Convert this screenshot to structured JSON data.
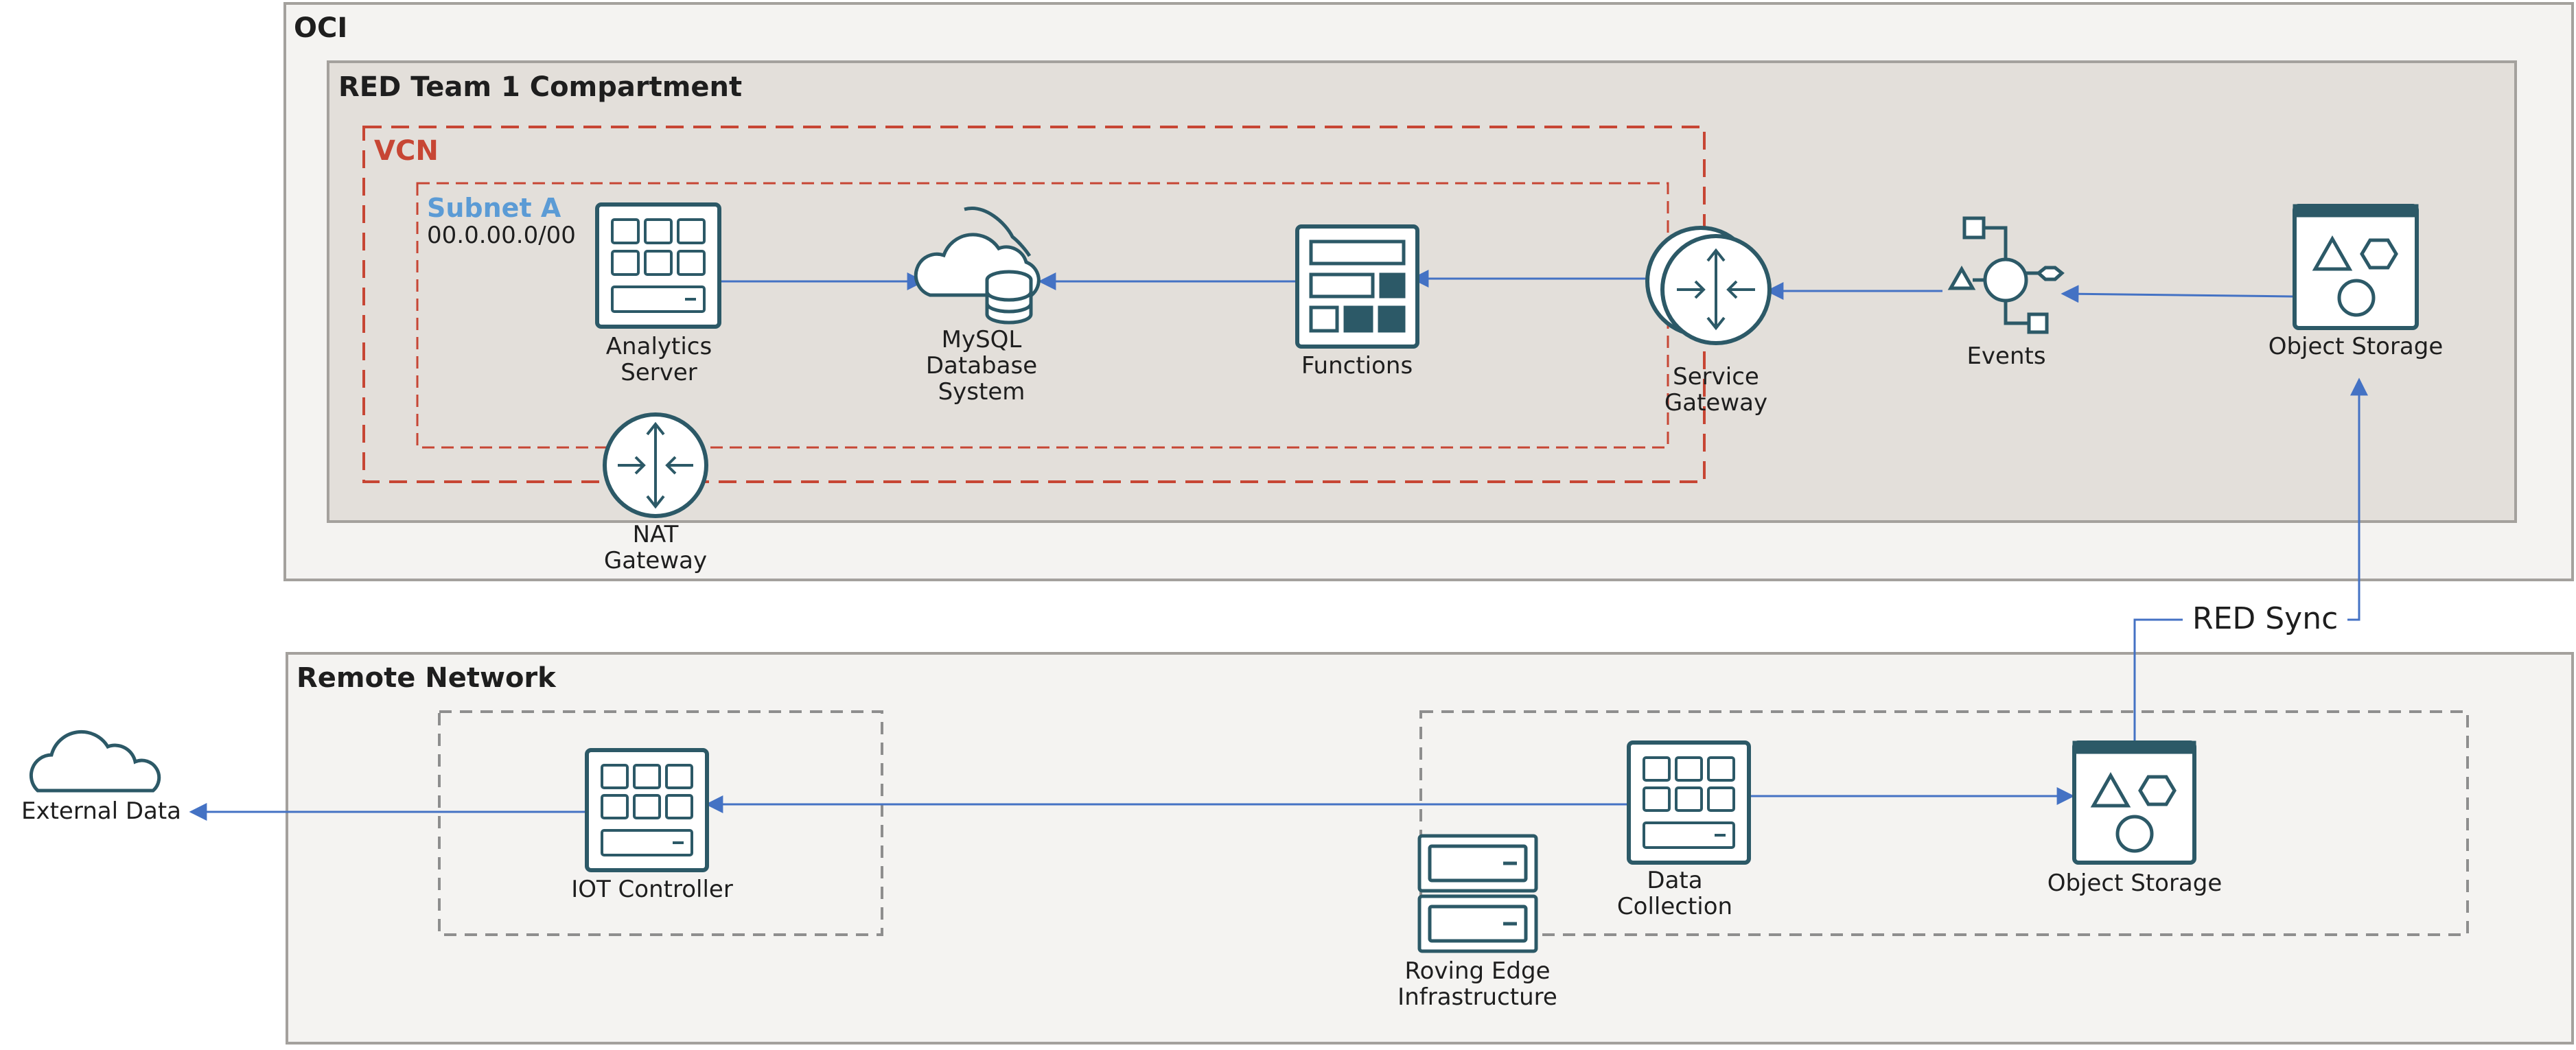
{
  "containers": {
    "oci": "OCI",
    "compartment": "RED Team 1 Compartment",
    "vcn": "VCN",
    "subnet": "Subnet A",
    "subnet_cidr": "00.0.00.0/00",
    "remote_network": "Remote Network"
  },
  "nodes": {
    "analytics_server": "Analytics\nServer",
    "mysql": "MySQL\nDatabase\nSystem",
    "functions": "Functions",
    "service_gateway": "Service\nGateway",
    "events": "Events",
    "object_storage_oci": "Object Storage",
    "nat_gateway": "NAT\nGateway",
    "external_data": "External Data",
    "iot_controller": "IOT Controller",
    "data_collection": "Data\nCollection",
    "object_storage_remote": "Object Storage",
    "roving_edge": "Roving Edge\nInfrastructure"
  },
  "connections": {
    "red_sync": "RED Sync"
  },
  "colors": {
    "icon": "#2c5967",
    "arrow": "#4472c4",
    "vcn_border": "#c74634",
    "subnet_label": "#5b9bd5",
    "oci_fill": "#f4f3f1",
    "compartment_fill": "#e3dfda",
    "remote_fill": "#f4f3f1"
  }
}
